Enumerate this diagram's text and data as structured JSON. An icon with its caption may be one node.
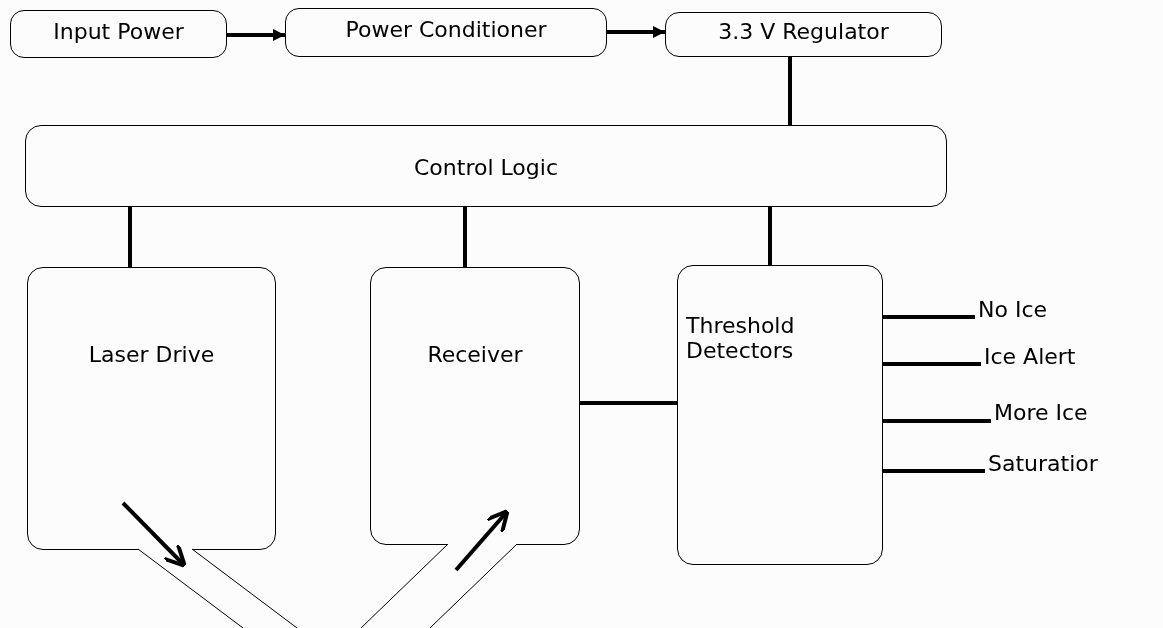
{
  "diagram": {
    "nodes": [
      {
        "text": [
          "Input Power"
        ]
      },
      {
        "text": [
          "Power Conditioner"
        ]
      },
      {
        "text": [
          "3.3 V Regulator"
        ]
      },
      {
        "text": [
          "Control Logic"
        ]
      },
      {
        "text": [
          "Laser Drive"
        ]
      },
      {
        "text": [
          "Receiver"
        ]
      },
      {
        "text": [
          "Threshold Detectors"
        ]
      },
      {
        "text": [
          "No Ice"
        ]
      },
      {
        "text": [
          "Ice Alert"
        ]
      },
      {
        "text": [
          "More Ice"
        ]
      },
      {
        "text": [
          "Saturatior"
        ]
      }
    ],
    "edges": [
      {
        "from": 0,
        "to": 1,
        "arrow": "to"
      },
      {
        "from": 1,
        "to": 2,
        "arrow": "to"
      },
      {
        "from": 2,
        "to": 3,
        "arrow": "none"
      },
      {
        "from": 3,
        "to": 4,
        "arrow": "none"
      },
      {
        "from": 3,
        "to": 5,
        "arrow": "none"
      },
      {
        "from": 3,
        "to": 6,
        "arrow": "none"
      },
      {
        "from": 5,
        "to": 6,
        "arrow": "none"
      },
      {
        "from": 6,
        "to": 7,
        "arrow": "none"
      },
      {
        "from": 6,
        "to": 8,
        "arrow": "none"
      },
      {
        "from": 6,
        "to": 9,
        "arrow": "none"
      },
      {
        "from": 6,
        "to": 10,
        "arrow": "none"
      }
    ]
  }
}
